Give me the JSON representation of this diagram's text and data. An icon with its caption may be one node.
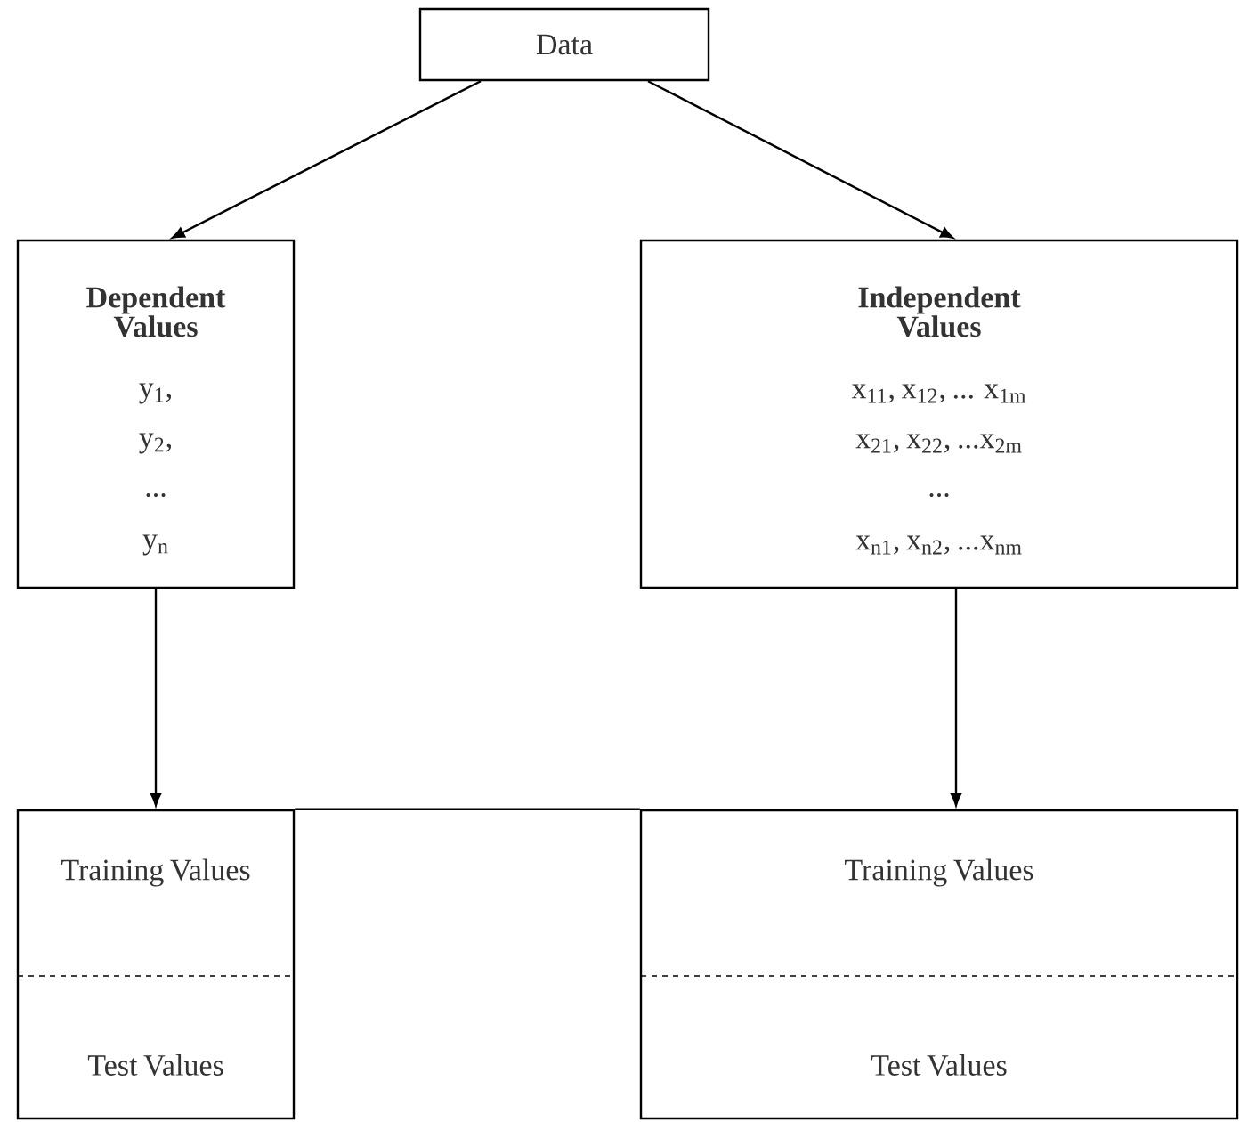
{
  "diagram": {
    "nodes": [
      {
        "text": [
          "Data"
        ]
      },
      {
        "text": [
          "Dependent Values",
          "y$_{1}$,",
          "y$_{2}$,",
          "...",
          "y$_{n}$"
        ]
      },
      {
        "text": [
          "Independent Values",
          "x$_{11}$, x$_{12}$, ... x$_{1m}$",
          "x$_{21}$, x$_{22}$, ...x$_{2m}$",
          "...",
          "x$_{n1}$, x$_{n2}$, ...x$_{nm}$"
        ]
      },
      {
        "text": [
          "Training Values",
          "Test Values"
        ]
      },
      {
        "text": [
          "Training Values",
          "Test Values"
        ]
      }
    ],
    "edges": [
      {
        "from": 0,
        "to": 1,
        "arrow": "to"
      },
      {
        "from": 0,
        "to": 2,
        "arrow": "to"
      },
      {
        "from": 1,
        "to": 3,
        "arrow": "to"
      },
      {
        "from": 2,
        "to": 4,
        "arrow": "to"
      },
      {
        "from": 3,
        "to": 4,
        "arrow": "none"
      }
    ]
  }
}
